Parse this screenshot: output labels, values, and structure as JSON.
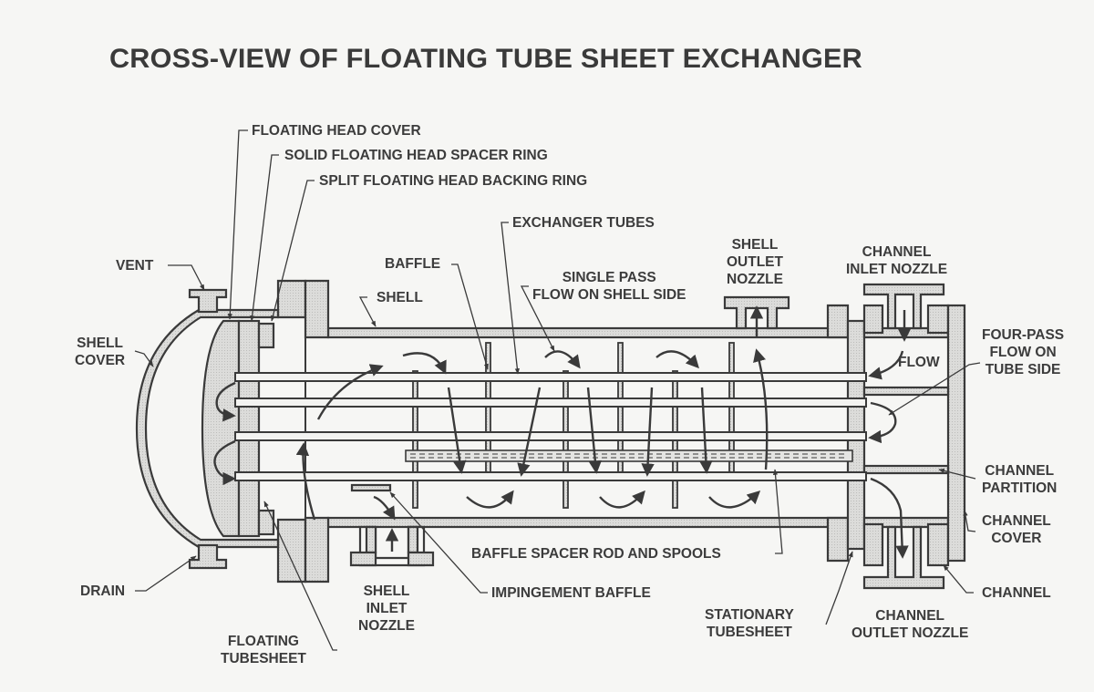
{
  "title": "CROSS-VIEW OF FLOATING TUBE SHEET EXCHANGER",
  "colors": {
    "background": "#f6f6f4",
    "ink": "#3a3a3a",
    "hatch": "#d9d9d7",
    "tube_fill": "#f3f3f1"
  },
  "labels": {
    "floating_head_cover": "FLOATING HEAD COVER",
    "solid_spacer_ring": "SOLID FLOATING HEAD SPACER RING",
    "split_backing_ring": "SPLIT FLOATING HEAD BACKING RING",
    "exchanger_tubes": "EXCHANGER TUBES",
    "vent": "VENT",
    "baffle": "BAFFLE",
    "shell": "SHELL",
    "single_pass": [
      "SINGLE PASS",
      "FLOW ON SHELL SIDE"
    ],
    "shell_outlet_nozzle": [
      "SHELL",
      "OUTLET",
      "NOZZLE"
    ],
    "channel_inlet_nozzle": [
      "CHANNEL",
      "INLET NOZZLE"
    ],
    "shell_cover": [
      "SHELL",
      "COVER"
    ],
    "flow": "FLOW",
    "four_pass": [
      "FOUR-PASS",
      "FLOW ON",
      "TUBE SIDE"
    ],
    "channel_partition": [
      "CHANNEL",
      "PARTITION"
    ],
    "channel_cover": [
      "CHANNEL",
      "COVER"
    ],
    "baffle_spacer_rod": "BAFFLE SPACER ROD AND SPOOLS",
    "drain": "DRAIN",
    "impingement_baffle": "IMPINGEMENT BAFFLE",
    "channel": "CHANNEL",
    "shell_inlet_nozzle": [
      "SHELL",
      "INLET",
      "NOZZLE"
    ],
    "stationary_tubesheet": [
      "STATIONARY",
      "TUBESHEET"
    ],
    "channel_outlet_nozzle": [
      "CHANNEL",
      "OUTLET NOZZLE"
    ],
    "floating_tubesheet": [
      "FLOATING",
      "TUBESHEET"
    ]
  }
}
